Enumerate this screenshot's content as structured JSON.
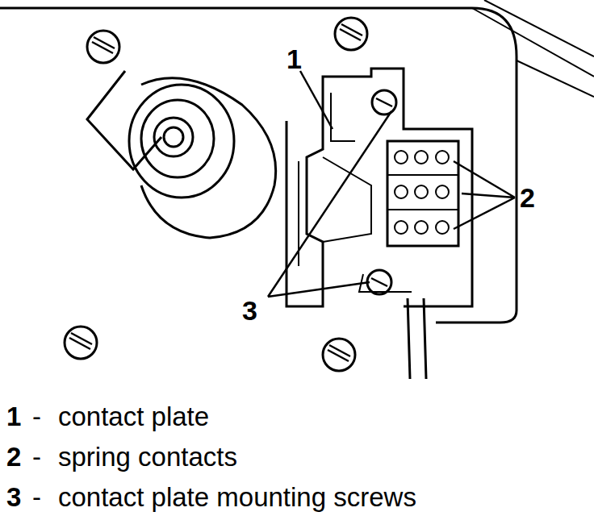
{
  "diagram": {
    "labels": [
      "1",
      "2",
      "3",
      "1",
      "-",
      "contact plate",
      "2",
      "-",
      "spring contacts",
      "3",
      "-",
      "contact plate mounting screws"
    ]
  }
}
